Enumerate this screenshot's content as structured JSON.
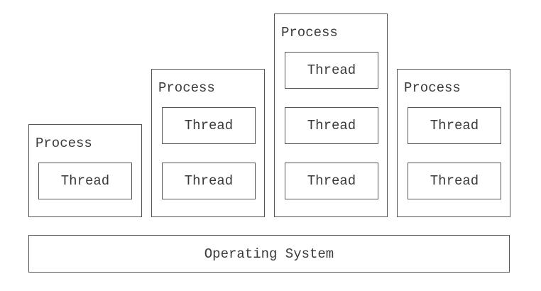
{
  "processes": [
    {
      "label": "Process",
      "threads": [
        "Thread"
      ]
    },
    {
      "label": "Process",
      "threads": [
        "Thread",
        "Thread"
      ]
    },
    {
      "label": "Process",
      "threads": [
        "Thread",
        "Thread",
        "Thread"
      ]
    },
    {
      "label": "Process",
      "threads": [
        "Thread",
        "Thread"
      ]
    }
  ],
  "os": {
    "label": "Operating System"
  }
}
